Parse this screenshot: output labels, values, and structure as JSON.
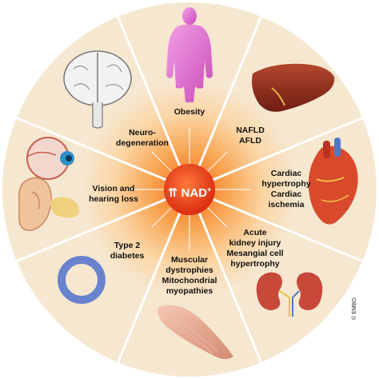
{
  "center": {
    "arrows": "⇈",
    "label": "NAD",
    "superscript": "+"
  },
  "segments": [
    {
      "id": "obesity",
      "label": "Obesity",
      "icon": "human-silhouette-icon"
    },
    {
      "id": "nafld",
      "label": "NAFLD\nAFLD",
      "icon": "liver-icon"
    },
    {
      "id": "cardiac",
      "label": "Cardiac\nhypertrophy\nCardiac\nischemia",
      "icon": "heart-icon"
    },
    {
      "id": "kidney",
      "label": "Acute\nkidney injury\nMesangial cell\nhypertrophy",
      "icon": "kidneys-icon"
    },
    {
      "id": "muscle",
      "label": "Muscular\ndystrophies\nMitochondrial\nmyopathies",
      "icon": "muscle-icon"
    },
    {
      "id": "diabetes",
      "label": "Type 2\ndiabetes",
      "icon": "ring-icon"
    },
    {
      "id": "vision",
      "label": "Vision and\nhearing loss",
      "icon": "eye-ear-icon"
    },
    {
      "id": "neuro",
      "label": "Neuro-\ndegeneration",
      "icon": "brain-icon"
    }
  ],
  "copyright": "© EMBO",
  "colors": {
    "outer_ring": "#f6e7d0",
    "inner_glow": "#f9a64a",
    "center": "#e8401c",
    "divider": "#ffffff"
  }
}
